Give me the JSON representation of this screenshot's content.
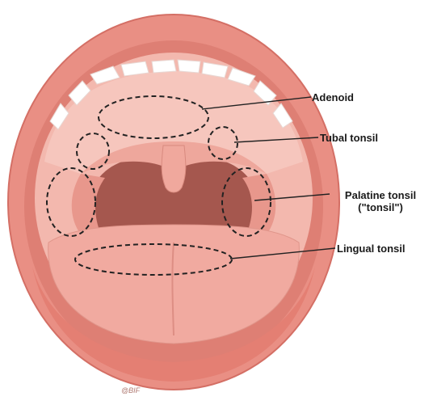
{
  "labels": {
    "adenoid": "Adenoid",
    "tubal": "Tubal tonsil",
    "palatine_line1": "Palatine tonsil",
    "palatine_line2": "(\"tonsil\")",
    "lingual": "Lingual tonsil"
  },
  "credit": "@BIF",
  "colors": {
    "lip": "#e98f84",
    "lip_dark": "#d46f65",
    "oral_cavity": "#f3b8ae",
    "palate": "#f6c6bd",
    "throat": "#a5574e",
    "tongue": "#f1aaa0",
    "teeth": "#ffffff",
    "dash": "#222222"
  }
}
